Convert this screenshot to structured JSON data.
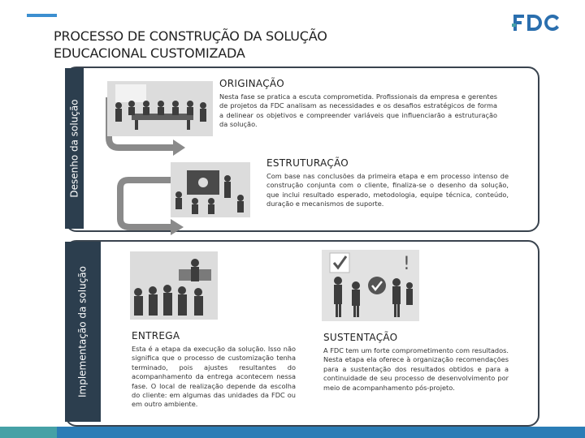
{
  "header": {
    "title_line1": "PROCESSO DE CONSTRUÇÃO DA SOLUÇÃO",
    "title_line2": "EDUCACIONAL CUSTOMIZADA",
    "logo_text": "FDC"
  },
  "sidebar": {
    "top_label": "Desenho da solução",
    "bottom_label": "Implementação da solução"
  },
  "stages": {
    "originacao": {
      "heading": "ORIGINAÇÃO",
      "text": "Nesta fase se pratica a escuta comprometida. Profissionais da empresa e gerentes de projetos da FDC analisam as necessidades e os desafios estratégicos de forma a delinear os objetivos e compreender variáveis que influenciarão a estruturação da solução."
    },
    "estruturacao": {
      "heading": "ESTRUTURAÇÃO",
      "text": "Com base nas conclusões da primeira etapa e em processo intenso de construção conjunta com o cliente, finaliza-se o desenho da solução, que inclui resultado esperado, metodologia, equipe técnica, conteúdo, duração e mecanismos de suporte."
    },
    "entrega": {
      "heading": "ENTREGA",
      "text": "Esta é a etapa da execução da solução. Isso não significa que o processo de customização tenha terminado, pois ajustes resultantes do acompanhamento da entrega acontecem nessa fase. O local de realização depende da escolha do cliente: em algumas das unidades da FDC ou em outro ambiente."
    },
    "sustentacao": {
      "heading": "SUSTENTAÇÃO",
      "text": "A FDC tem um forte comprometimento com resultados. Nesta etapa ela oferece à organização recomendações para a sustentação dos resultados obtidos e para a continuidade de seu processo de desenvolvimento por meio de acompanhamento pós-projeto."
    }
  },
  "colors": {
    "accent_blue": "#3c8fd0",
    "dark_navy": "#2c3e4e",
    "bottom_bar": "#2b7db6",
    "arrow_gray": "#8a8a8a"
  },
  "icons": {
    "photo_originacao": "meeting-table-icon",
    "photo_estruturacao": "presentation-icon",
    "photo_entrega": "audience-icon",
    "photo_sustentacao": "celebration-checkmark-icon"
  }
}
